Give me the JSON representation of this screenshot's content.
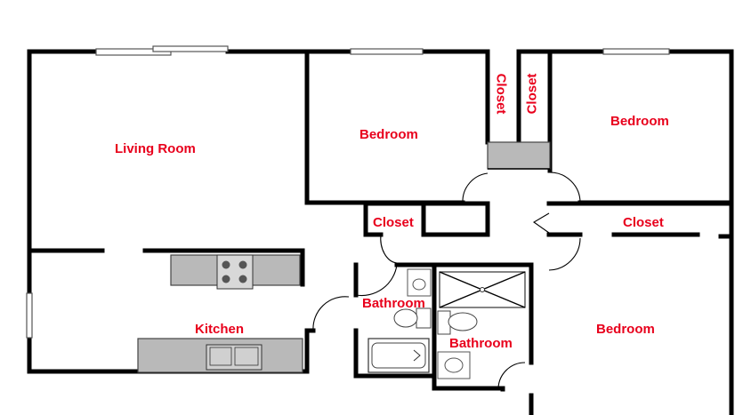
{
  "labels": {
    "living_room": "Living Room",
    "kitchen": "Kitchen",
    "bedroom_top_center": "Bedroom",
    "bedroom_top_right": "Bedroom",
    "bedroom_bottom_right": "Bedroom",
    "closet_vertical_left": "Closet",
    "closet_vertical_right": "Closet",
    "closet_hall_left": "Closet",
    "closet_hall_right": "Closet",
    "bathroom_left": "Bathroom",
    "bathroom_right": "Bathroom"
  },
  "colors": {
    "label": "#e8001c",
    "wall": "#000000",
    "fixture": "#b9b9b9"
  }
}
